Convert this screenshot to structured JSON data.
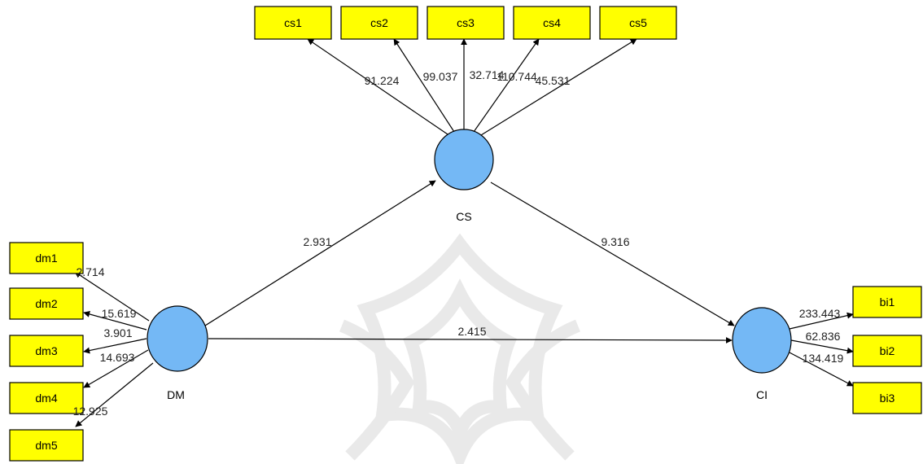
{
  "colors": {
    "indicator_fill": "#ffff00",
    "latent_fill": "#74b8f5",
    "line": "#000000",
    "watermark": "#e9e9e9"
  },
  "latents": {
    "cs": "CS",
    "dm": "DM",
    "ci": "CI"
  },
  "indicators": {
    "cs1": "cs1",
    "cs2": "cs2",
    "cs3": "cs3",
    "cs4": "cs4",
    "cs5": "cs5",
    "dm1": "dm1",
    "dm2": "dm2",
    "dm3": "dm3",
    "dm4": "dm4",
    "dm5": "dm5",
    "bi1": "bi1",
    "bi2": "bi2",
    "bi3": "bi3"
  },
  "paths": {
    "dm_cs": "2.931",
    "cs_ci": "9.316",
    "dm_ci": "2.415"
  },
  "loadings": {
    "cs1": "91.224",
    "cs2": "99.037",
    "cs3": "32.714",
    "cs4": "110.744",
    "cs5": "45.531",
    "dm1": "2.714",
    "dm2": "15.619",
    "dm3": "3.901",
    "dm4": "14.693",
    "dm5": "12.925",
    "bi1": "233.443",
    "bi2": "62.836",
    "bi3": "134.419"
  }
}
